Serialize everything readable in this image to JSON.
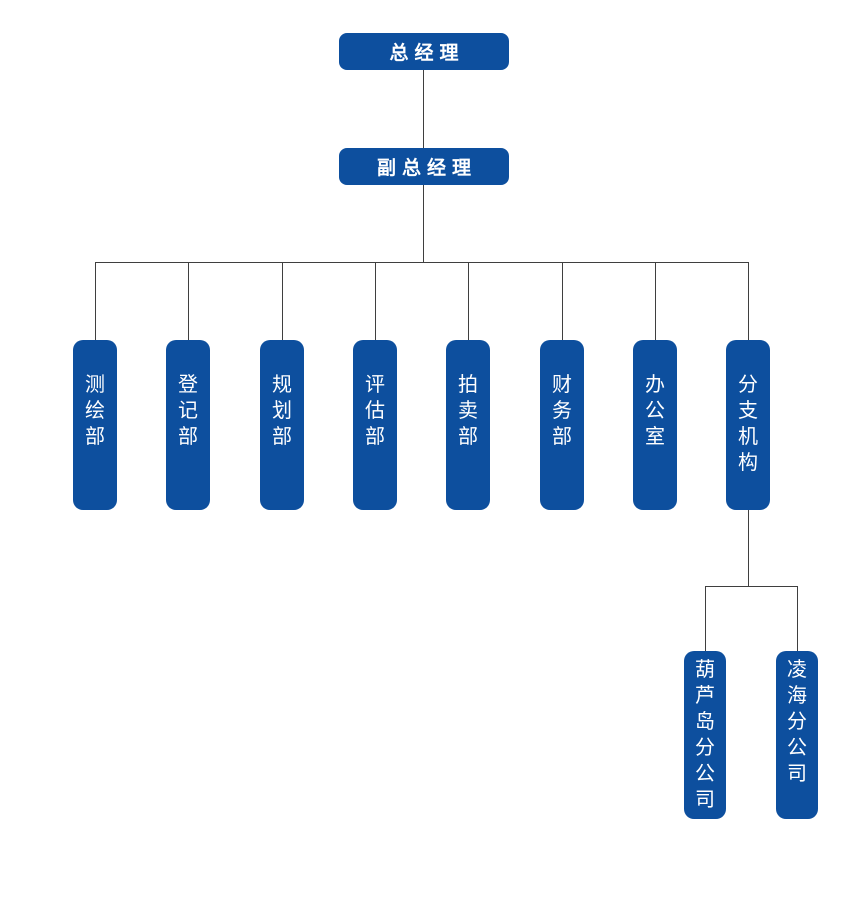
{
  "org_chart": {
    "root": "总经理",
    "deputy": "副总经理",
    "departments": [
      "测绘部",
      "登记部",
      "规划部",
      "评估部",
      "拍卖部",
      "财务部",
      "办公室",
      "分支机构"
    ],
    "branches": [
      "葫芦岛分公司",
      "凌海分公司"
    ]
  },
  "colors": {
    "node_fill": "#0d4f9e",
    "node_text": "#ffffff",
    "connector": "#3f3f3f",
    "background": "#ffffff"
  }
}
